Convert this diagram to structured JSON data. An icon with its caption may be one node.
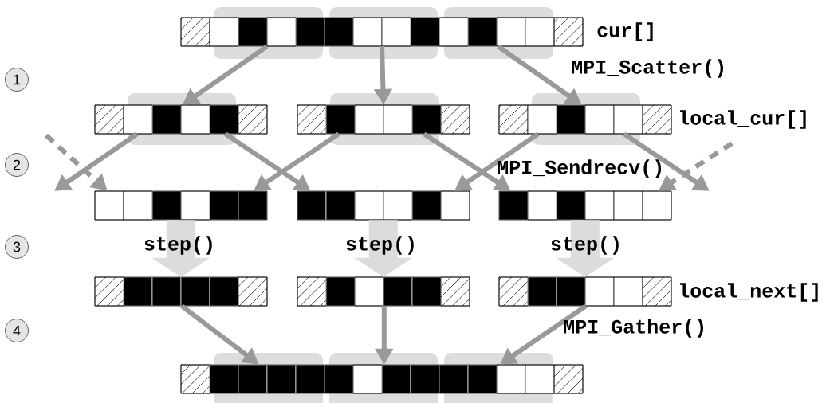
{
  "diagram": {
    "nodes": [
      {
        "text": [
          "1"
        ]
      },
      {
        "text": [
          "2"
        ]
      },
      {
        "text": [
          "3"
        ]
      },
      {
        "text": [
          "4"
        ]
      },
      {
        "text": [],
        "shape": "bar",
        "beside": [
          "cur[]"
        ]
      },
      {
        "text": [],
        "shape": "bar"
      },
      {
        "text": [],
        "shape": "bar"
      },
      {
        "text": [],
        "shape": "bar",
        "beside": [
          "local_cur[]"
        ]
      },
      {
        "text": [],
        "shape": "bar"
      },
      {
        "text": [],
        "shape": "bar"
      },
      {
        "text": [],
        "shape": "bar"
      },
      {
        "text": [],
        "shape": "bar"
      },
      {
        "text": [],
        "shape": "bar"
      },
      {
        "text": [],
        "shape": "bar",
        "beside": [
          "local_next[]"
        ]
      },
      {
        "text": [],
        "shape": "bar"
      }
    ],
    "edges": [
      {
        "from": 4,
        "to": 5,
        "arrow": "to"
      },
      {
        "from": 4,
        "to": 6,
        "arrow": "to"
      },
      {
        "from": 4,
        "to": 7,
        "arrow": "to"
      },
      {
        "from": 5,
        "to": null,
        "arrow": "to"
      },
      {
        "from": null,
        "to": 8,
        "arrow": "to",
        "style": "dashed"
      },
      {
        "from": 5,
        "to": 9,
        "arrow": "to"
      },
      {
        "from": 6,
        "to": 8,
        "arrow": "to"
      },
      {
        "from": 6,
        "to": 10,
        "arrow": "to"
      },
      {
        "from": 7,
        "to": 9,
        "arrow": "to"
      },
      {
        "from": 7,
        "to": null,
        "arrow": "to"
      },
      {
        "from": null,
        "to": 10,
        "arrow": "to",
        "style": "dashed"
      },
      {
        "from": 8,
        "to": 11,
        "arrow": "to",
        "style": "thick",
        "color": "#dcdcdc"
      },
      {
        "from": 9,
        "to": 12,
        "arrow": "to",
        "style": "thick",
        "color": "#dcdcdc"
      },
      {
        "from": 10,
        "to": 13,
        "arrow": "to",
        "style": "thick",
        "color": "#dcdcdc"
      },
      {
        "from": 11,
        "to": 14,
        "arrow": "to"
      },
      {
        "from": 12,
        "to": 14,
        "arrow": "to"
      },
      {
        "from": 13,
        "to": 14,
        "arrow": "to"
      }
    ],
    "labels": [
      "MPI_Scatter()",
      "MPI_Sendrecv()",
      "step()",
      "step()",
      "step()",
      "MPI_Gather()"
    ]
  }
}
